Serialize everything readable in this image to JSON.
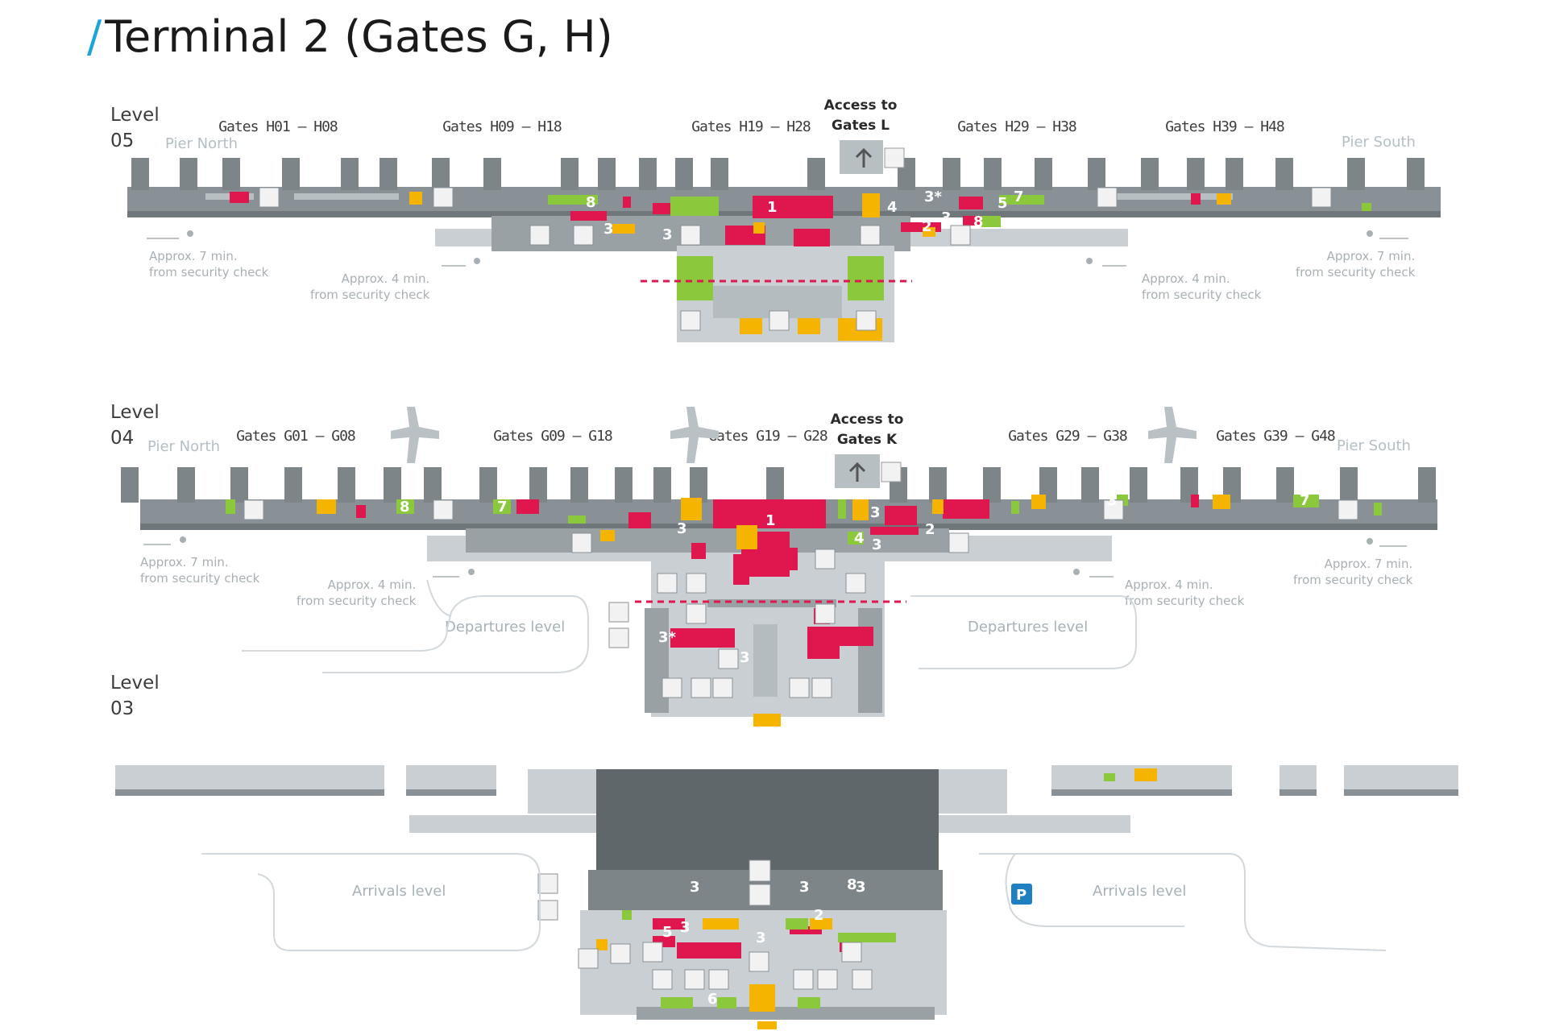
{
  "title": "Terminal 2 (Gates G, H)",
  "levels": {
    "l05_word": "Level",
    "l05_num": "05",
    "l04_word": "Level",
    "l04_num": "04",
    "l03_word": "Level",
    "l03_num": "03"
  },
  "l05": {
    "pier_north": "Pier North",
    "pier_south": "Pier South",
    "gates": [
      "Gates H01 – H08",
      "Gates H09 – H18",
      "Gates H19 – H28",
      "Gates H29 – H38",
      "Gates H39 – H48"
    ],
    "access": "Access to\nGates L",
    "walk": [
      "Approx. 7 min.\nfrom security check",
      "Approx. 4 min.\nfrom security check",
      "Approx. 4 min.\nfrom security check",
      "Approx. 7 min.\nfrom security check"
    ]
  },
  "l04": {
    "pier_north": "Pier North",
    "pier_south": "Pier South",
    "gates": [
      "Gates G01 – G08",
      "Gates G09 – G18",
      "Gates G19 – G28",
      "Gates G29 – G38",
      "Gates G39 – G48"
    ],
    "access": "Access to\nGates K",
    "walk": [
      "Approx. 7 min.\nfrom security check",
      "Approx. 4 min.\nfrom security check",
      "Approx. 4 min.\nfrom security check",
      "Approx. 7 min.\nfrom security check"
    ],
    "departures_left": "Departures level",
    "departures_right": "Departures level"
  },
  "l03": {
    "arrivals_left": "Arrivals level",
    "arrivals_right": "Arrivals level"
  },
  "markers": {
    "l05": [
      "1",
      "2",
      "3",
      "3",
      "3",
      "3*",
      "4",
      "5",
      "7",
      "8",
      "8"
    ],
    "l04": [
      "1",
      "2",
      "3",
      "3",
      "3",
      "3",
      "4",
      "7",
      "7",
      "8",
      "3*",
      "3"
    ],
    "l03": [
      "2",
      "3",
      "3",
      "3",
      "3",
      "3",
      "5",
      "6",
      "8"
    ]
  },
  "colors": {
    "accent": "#1fa4d8",
    "building": "#8a9196",
    "building_light": "#c9cfd2",
    "shops": "#e0174f",
    "food": "#f5b400",
    "services": "#8cc83c",
    "security_line": "#e0174f",
    "parking": "#1f7fc0"
  },
  "icons": [
    "arrow-up-icon",
    "train-icon",
    "restroom-icon",
    "baby-care-icon",
    "smoking-area-icon",
    "information-icon",
    "bus-icon",
    "car-icon",
    "elevator-icon",
    "walking-person-icon",
    "airplane-icon",
    "parking-icon",
    "luggage-icon",
    "baggage-claim-icon"
  ]
}
